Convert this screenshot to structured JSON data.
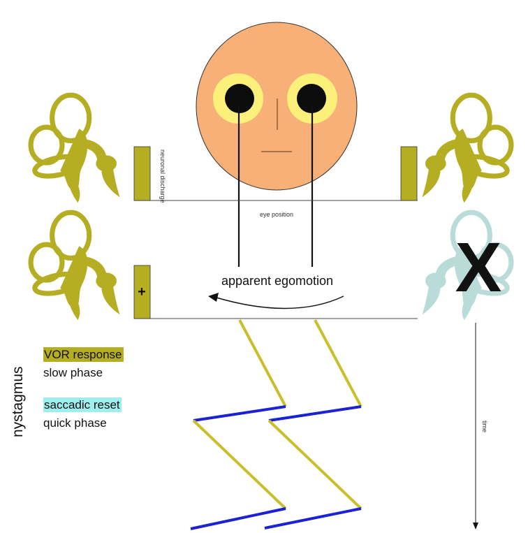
{
  "labels": {
    "neuronal_discharge": "neuronal discharge",
    "eye_position": "eye position",
    "apparent_egomotion": "apparent egomotion",
    "time": "time",
    "nystagmus": "nystagmus",
    "plus_sign": "+",
    "lesion_mark": "X"
  },
  "legend": {
    "slow": {
      "highlight": "VOR response",
      "text": "slow phase"
    },
    "quick": {
      "highlight": "saccadic reset",
      "text": "quick phase"
    }
  },
  "colors": {
    "face": "#f6b078",
    "eye_ring": "#fbf07a",
    "pupil": "#0c0c0c",
    "labyrinth_active": "#b5ad22",
    "labyrinth_lesioned": "#b9dcd8",
    "slow_phase": "#c9bf2a",
    "quick_phase": "#1b22d6",
    "highlight_slow": "#b5ad22",
    "highlight_quick": "#9fefef"
  }
}
